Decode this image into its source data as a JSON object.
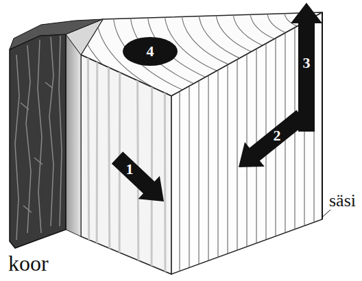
{
  "diagram": {
    "nodes": [
      {
        "text": [
          "1"
        ]
      },
      {
        "text": [
          "2"
        ]
      },
      {
        "text": [
          "3"
        ]
      },
      {
        "text": [
          "4"
        ]
      }
    ],
    "labels": [
      "koor",
      "säsi"
    ]
  }
}
